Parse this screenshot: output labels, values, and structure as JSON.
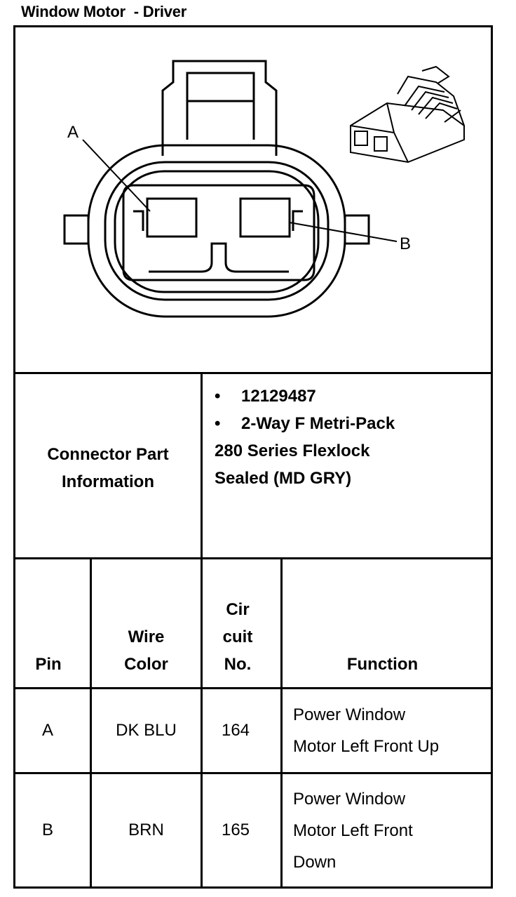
{
  "title": "Window Motor  - Driver",
  "pin_callouts": {
    "a": "A",
    "b": "B"
  },
  "connector_info": {
    "label_line1": "Connector Part",
    "label_line2": "Information",
    "bullets": [
      "12129487",
      "2-Way F Metri-Pack"
    ],
    "extra_lines": [
      "280 Series Flexlock",
      "Sealed (MD GRY)"
    ],
    "bullet_symbol": "•"
  },
  "table": {
    "headers": {
      "pin": "Pin",
      "wire_color_1": "Wire",
      "wire_color_2": "Color",
      "circuit_1": "Cir",
      "circuit_2": "cuit",
      "circuit_3": "No.",
      "function": "Function"
    },
    "rows": [
      {
        "pin": "A",
        "wire_color": "DK BLU",
        "circuit": "164",
        "function_lines": [
          "Power Window",
          "Motor Left Front Up"
        ]
      },
      {
        "pin": "B",
        "wire_color": "BRN",
        "circuit": "165",
        "function_lines": [
          "Power Window",
          "Motor Left Front",
          "Down"
        ]
      }
    ]
  }
}
